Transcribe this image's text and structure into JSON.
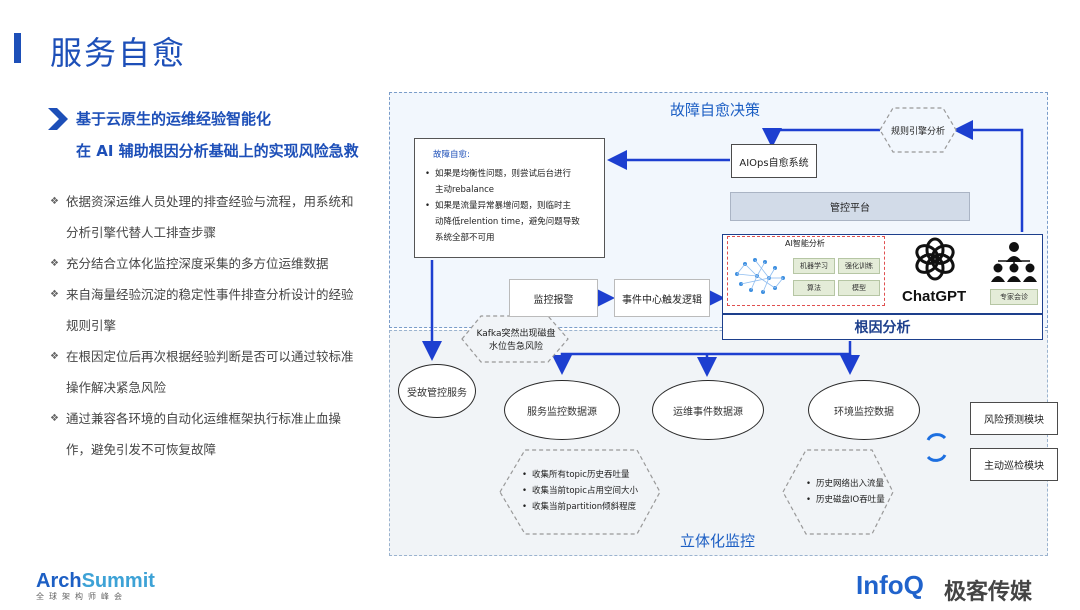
{
  "page": {
    "title": "服务自愈",
    "subtitle_1": "基于云原生的运维经验智能化",
    "subtitle_2": "在 AI 辅助根因分析基础上的实现风险急救",
    "bullets": [
      {
        "line1": "依据资深运维人员处理的排查经验与流程，用系统和",
        "line2": "分析引擎代替人工排查步骤"
      },
      {
        "line1": "充分结合立体化监控深度采集的多方位运维数据",
        "line2": ""
      },
      {
        "line1": "来自海量经验沉淀的稳定性事件排查分析设计的经验",
        "line2": "规则引擎"
      },
      {
        "line1": "在根因定位后再次根据经验判断是否可以通过较标准",
        "line2": "操作解决紧急风险"
      },
      {
        "line1": "通过兼容各环境的自动化运维框架执行标准止血操",
        "line2": "作，避免引发不可恢复故障"
      }
    ]
  },
  "diagram": {
    "region_top_label": "故障自愈决策",
    "region_bottom_label": "立体化监控",
    "fault_box": {
      "title": "故障自愈:",
      "items": [
        "如果是均衡性问题，则尝试后台进行",
        "主动rebalance",
        "如果是流量异常暴增问题，则临时主",
        "动降低relention time，避免问题导致",
        "系统全部不可用"
      ]
    },
    "rule_engine": "规则引擎分析",
    "aiops_system": "AIOps自愈系统",
    "control_platform": "管控平台",
    "ai_analysis": "AI智能分析",
    "ai_chips": [
      "机器学习",
      "强化训练",
      "算法",
      "模型"
    ],
    "chatgpt": "ChatGPT",
    "expert": "专家会诊",
    "root_cause": "根因分析",
    "monitor_alarm": "监控报警",
    "event_center": "事件中心触发逻辑",
    "kafka_alert_1": "Kafka突然出现磁盘",
    "kafka_alert_2": "水位告急风险",
    "controlled_service": "受故管控服务",
    "service_monitor": "服务监控数据源",
    "ops_event": "运维事件数据源",
    "env_monitor": "环境监控数据",
    "risk_predict": "风险预测模块",
    "active_inspect": "主动巡检模块",
    "service_monitor_items": [
      "收集所有topic历史吞吐量",
      "收集当前topic占用空间大小",
      "收集当前partition倾斜程度"
    ],
    "env_monitor_items": [
      "历史网络出入流量",
      "历史磁盘IO吞吐量"
    ]
  },
  "footer": {
    "archsummit_arch": "Arch",
    "archsummit_summit": "Summit",
    "archsummit_sub": "全球架构师峰会",
    "infoq": "InfoQ",
    "jike": "极客传媒"
  },
  "colors": {
    "accent": "#1d4fb8",
    "arrow": "#1d3fd0"
  }
}
